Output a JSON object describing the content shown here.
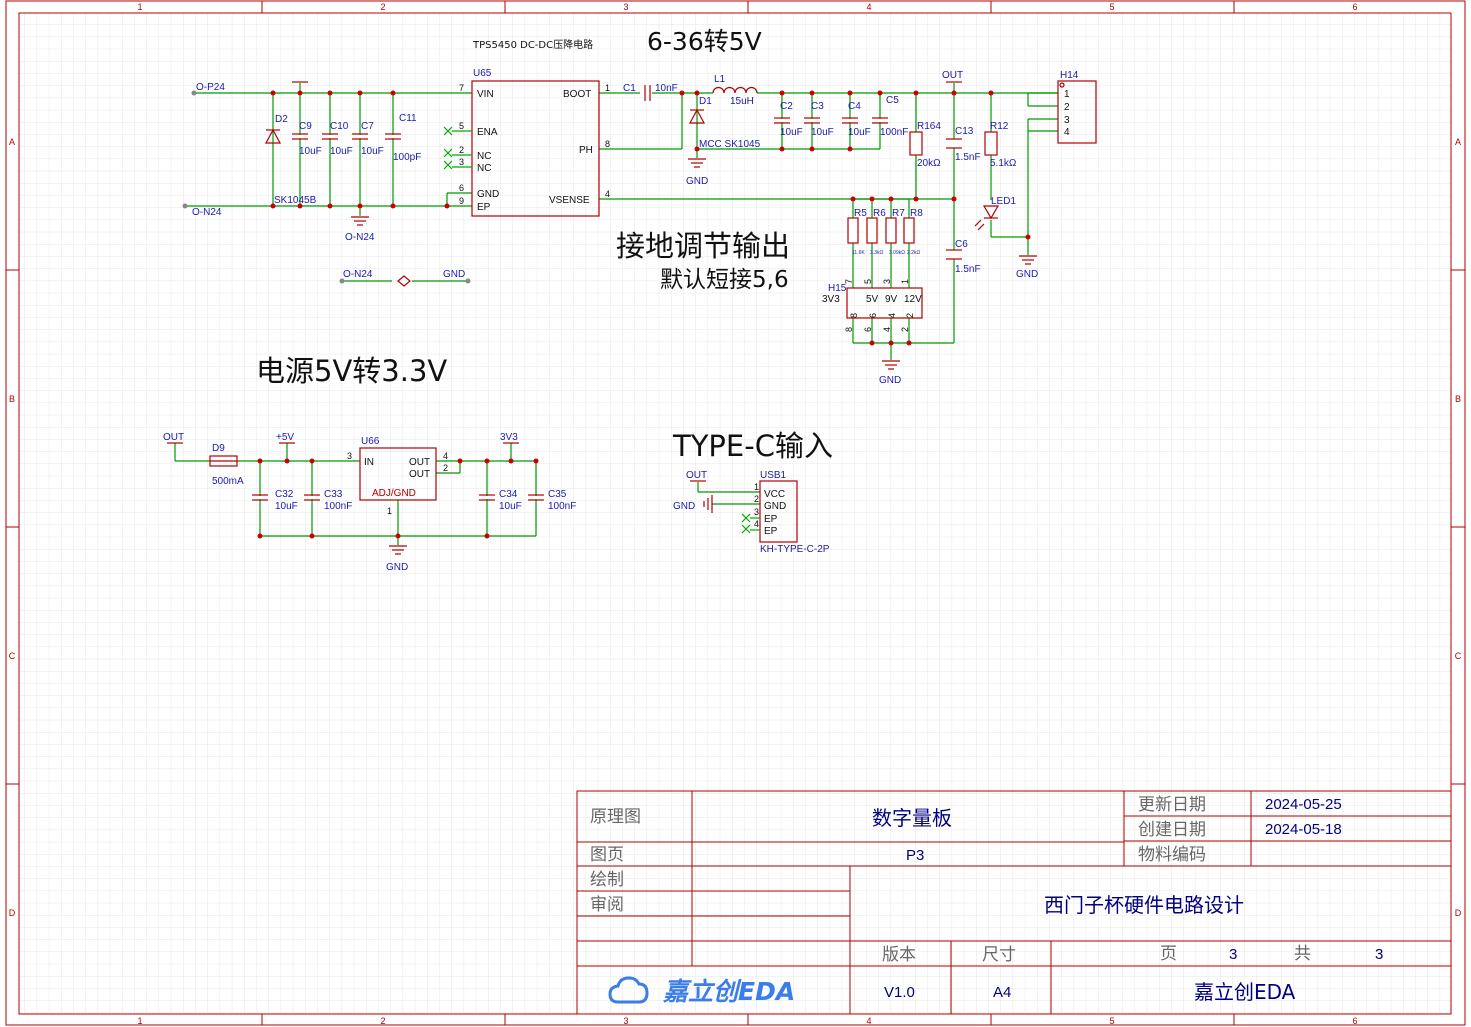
{
  "colors": {
    "wire": "#009900",
    "part": "#b00000",
    "label": "#1a1ab0",
    "grid": "#e4e4e4",
    "frame": "#b00000",
    "titletext": "#000080"
  },
  "frame": {
    "cols_top": [
      "1",
      "2",
      "3",
      "4",
      "5",
      "6"
    ],
    "cols_bottom": [
      "1",
      "2",
      "3",
      "4",
      "5",
      "6"
    ],
    "rows": [
      "A",
      "B",
      "C",
      "D"
    ]
  },
  "headings": {
    "dcdc_chip": "TPS5450 DC-DC压降电路",
    "h1": "6-36转5V",
    "h2": "接地调节输出",
    "h2b": "默认短接5,6",
    "h3": "电源5V转3.3V",
    "h4": "TYPE-C输入"
  },
  "nets": {
    "op24": "O-P24",
    "on24": "O-N24",
    "on24b": "O-N24",
    "on24c": "O-N24",
    "gnd_link": "GND",
    "out": "OUT",
    "gnd1": "GND",
    "gnd2": "GND",
    "gnd3": "GND",
    "gnd4": "GND",
    "gnd5": "GND",
    "out2": "OUT",
    "p5v": "+5V",
    "p3v3": "3V3",
    "out3": "OUT",
    "gnd_usb": "GND"
  },
  "parts": {
    "u65": {
      "ref": "U65",
      "vin": "VIN",
      "ena": "ENA",
      "nc1": "NC",
      "nc2": "NC",
      "gnd": "GND",
      "ep": "EP",
      "boot": "BOOT",
      "ph": "PH",
      "vsense": "VSENSE",
      "p7": "7",
      "p5": "5",
      "p2": "2",
      "p3": "3",
      "p6": "6",
      "p9": "9",
      "p1": "1",
      "p8": "8",
      "p4": "4"
    },
    "d2": {
      "ref": "D2",
      "val": "SK1045B"
    },
    "c9": {
      "ref": "C9",
      "val": "10uF"
    },
    "c10": {
      "ref": "C10",
      "val": "10uF"
    },
    "c7": {
      "ref": "C7",
      "val": "10uF"
    },
    "c11": {
      "ref": "C11",
      "val": "100pF"
    },
    "c1": {
      "ref": "C1",
      "val": "10nF"
    },
    "l1": {
      "ref": "L1",
      "val": "15uH"
    },
    "d1": {
      "ref": "D1",
      "val": "MCC SK1045"
    },
    "c2": {
      "ref": "C2",
      "val": "10uF"
    },
    "c3": {
      "ref": "C3",
      "val": "10uF"
    },
    "c4": {
      "ref": "C4",
      "val": "10uF"
    },
    "c5": {
      "ref": "C5",
      "val": "100nF"
    },
    "r164": {
      "ref": "R164",
      "val": "20kΩ"
    },
    "c13": {
      "ref": "C13",
      "val": "1.5nF"
    },
    "r12": {
      "ref": "R12",
      "val": "5.1kΩ"
    },
    "led1": {
      "ref": "LED1"
    },
    "c6": {
      "ref": "C6",
      "val": "1.5nF"
    },
    "r5": {
      "ref": "R5",
      "val": "11.6K"
    },
    "r6": {
      "ref": "R6",
      "val": "3.3kΩ"
    },
    "r7": {
      "ref": "R7",
      "val": "3.09kΩ"
    },
    "r8": {
      "ref": "R8",
      "val": "2.2kΩ"
    },
    "h14": {
      "ref": "H14",
      "p1": "1",
      "p2": "2",
      "p3": "3",
      "p4": "4"
    },
    "h15": {
      "ref": "H15",
      "l3v3": "3V3",
      "l5v": "5V",
      "l9v": "9V",
      "l12v": "12V",
      "t7": "7",
      "t5": "5",
      "t3": "3",
      "t1": "1",
      "i8": "8",
      "i6": "6",
      "i4": "4",
      "i2": "2",
      "b8": "8",
      "b6": "6",
      "b4": "4",
      "b2": "2"
    },
    "d9": {
      "ref": "D9",
      "val": "500mA"
    },
    "u66": {
      "ref": "U66",
      "in": "IN",
      "out1": "OUT",
      "out2": "OUT",
      "adj": "ADJ/GND",
      "p3": "3",
      "p4": "4",
      "p2": "2",
      "p1": "1"
    },
    "c32": {
      "ref": "C32",
      "val": "10uF"
    },
    "c33": {
      "ref": "C33",
      "val": "100nF"
    },
    "c34": {
      "ref": "C34",
      "val": "10uF"
    },
    "c35": {
      "ref": "C35",
      "val": "100nF"
    },
    "usb1": {
      "ref": "USB1",
      "vcc": "VCC",
      "gnd": "GND",
      "ep1": "EP",
      "ep2": "EP",
      "val": "KH-TYPE-C-2P",
      "p1": "1",
      "p2": "2",
      "p3": "3",
      "p4": "4"
    }
  },
  "title_block": {
    "schematic": "原理图",
    "board": "数字量板",
    "updated_label": "更新日期",
    "updated": "2024-05-25",
    "created_label": "创建日期",
    "created": "2024-05-18",
    "page_label": "图页",
    "page": "P3",
    "material_label": "物料编码",
    "drawn_label": "绘制",
    "review_label": "审阅",
    "project": "西门子杯硬件电路设计",
    "version_label": "版本",
    "size_label": "尺寸",
    "page_word": "页",
    "page_num": "3",
    "total_word": "共",
    "total_num": "3",
    "logo": "嘉立创EDA",
    "version": "V1.0",
    "size": "A4",
    "company": "嘉立创EDA"
  }
}
